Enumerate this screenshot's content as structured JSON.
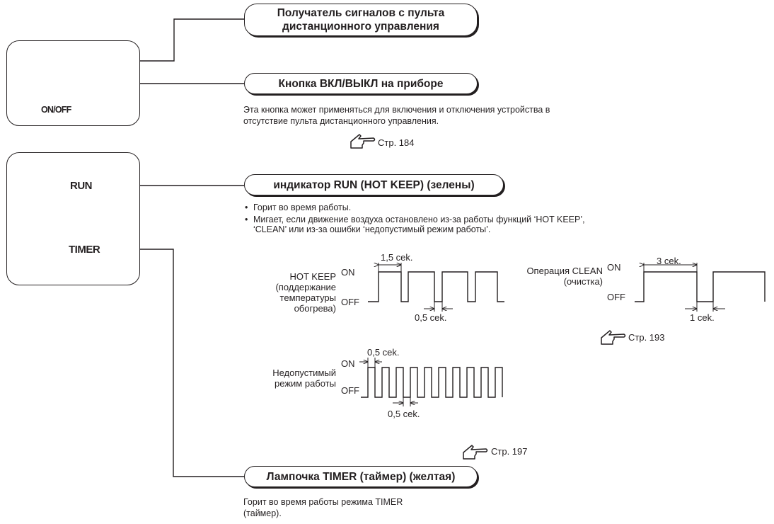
{
  "power_panel": {
    "label": "ON/OFF"
  },
  "callouts": {
    "receiver": {
      "line1": "Получатель сигналов с пульта",
      "line2": "дистанционного управления"
    },
    "onoff_button": {
      "title": "Кнопка ВКЛ/ВЫКЛ на приборе",
      "desc_line1": "Эта кнопка может применяться для включения и отключения устройства в",
      "desc_line2": "отсутствие пульта дистанционного управления.",
      "ref": "Стр. 184"
    },
    "run": {
      "title": "индикатор RUN (HOT KEEP) (зелены)",
      "bullets": [
        "Горит во время работы.",
        "Мигает, если движение воздуха остановлено из-за работы функций ‘HOT KEEP’,",
        "‘CLEAN’ или из-за ошибки ‘недопустимый режим работы’."
      ]
    },
    "timer": {
      "title": "Лампочка TIMER (таймер) (желтая)",
      "desc_line1": "Горит во время работы режима TIMER",
      "desc_line2": "(таймер)."
    }
  },
  "indicator_panel": {
    "run_label": "RUN",
    "timer_label": "TIMER"
  },
  "signals": {
    "on": "ON",
    "off": "OFF",
    "hot_keep": {
      "name_lines": [
        "HOT KEEP",
        "(поддержание",
        "температуры",
        "обогрева)"
      ],
      "on_time": "1,5 cek.",
      "off_time": "0,5 cek."
    },
    "clean": {
      "name_lines": [
        "Операция CLEAN",
        "(очистка)"
      ],
      "on_time": "3 cek.",
      "off_time": "1 cek.",
      "ref": "Стр. 193"
    },
    "error": {
      "name_lines": [
        "Недопустимый",
        "режим работы"
      ],
      "on_time": "0,5 cek.",
      "off_time": "0,5 cek.",
      "ref": "Стр. 197"
    }
  },
  "icons": [
    "power-icon",
    "pointing-hand-icon"
  ]
}
